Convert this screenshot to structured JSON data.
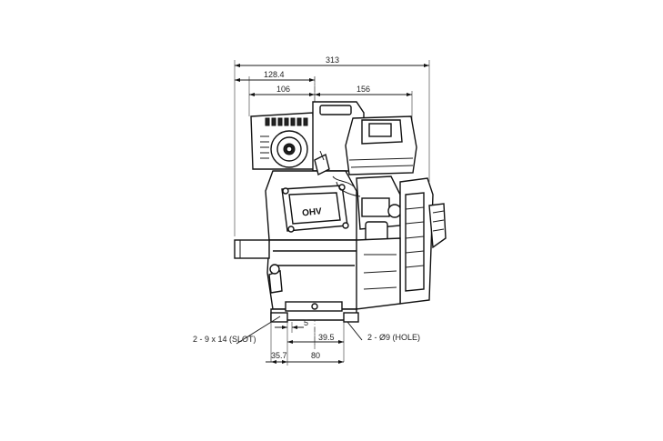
{
  "dimensions": {
    "overall_width": "313",
    "left_to_center": "128.4",
    "cylinder_offset": "106",
    "right_offset": "156",
    "slot_spacing": "5",
    "hole_offset": "39.5",
    "base_left": "35.7",
    "base_width": "80"
  },
  "callouts": {
    "slot": "2 - 9 x 14 (SLOT)",
    "hole": "2 - Ø9 (HOLE)"
  },
  "engine": {
    "valve_cover_text": "OHV"
  }
}
